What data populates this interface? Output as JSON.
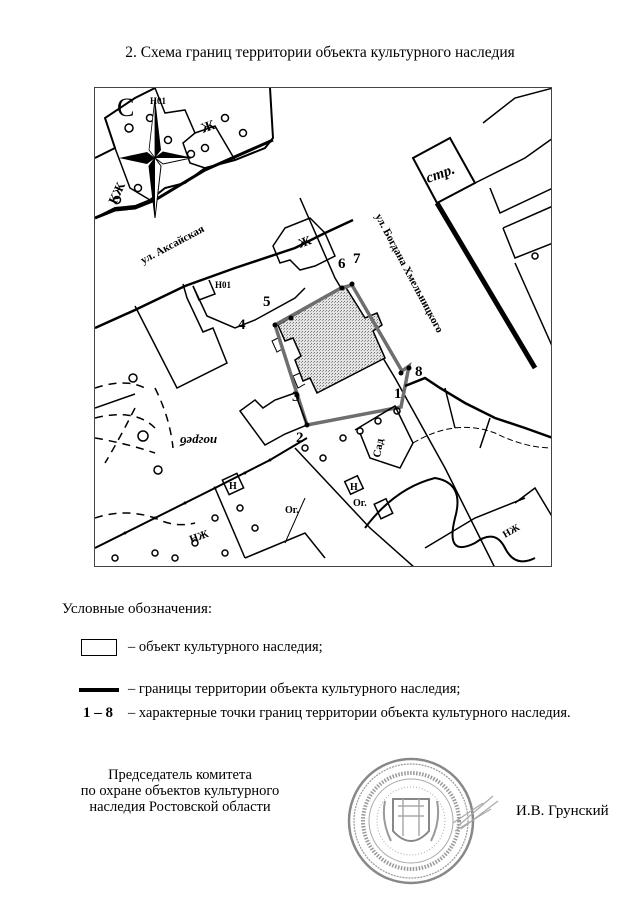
{
  "document": {
    "title": "2. Схема границ территории объекта культурного наследия"
  },
  "map": {
    "compass_label": "С",
    "streets": [
      {
        "name": "ул. Аксайская"
      },
      {
        "name": "ул. Богдана Хмельницкого"
      }
    ],
    "labels": {
      "building_str": "стр.",
      "cellar": "погреб",
      "kzh": "КЖ",
      "zh": "Ж",
      "nzh": "НЖ",
      "n1": "Н01",
      "og": "Ог.",
      "sad": "Сад"
    },
    "boundary_points": [
      {
        "label": "1"
      },
      {
        "label": "2"
      },
      {
        "label": "3"
      },
      {
        "label": "4"
      },
      {
        "label": "5"
      },
      {
        "label": "6"
      },
      {
        "label": "7"
      },
      {
        "label": "8"
      }
    ],
    "colors": {
      "boundary": "#6e6e6e",
      "object_fill": "#c8c8c8",
      "lines": "#000000"
    }
  },
  "legend": {
    "title": "Условные обозначения:",
    "items": [
      {
        "key": "box",
        "text": "– объект культурного наследия;"
      },
      {
        "key": "line",
        "text": "– границы территории объекта культурного наследия;"
      },
      {
        "key": "range",
        "key_label": "1 – 8",
        "text": "– характерные точки границ территории объекта культурного наследия."
      }
    ]
  },
  "signature": {
    "line1": "Председатель комитета",
    "line2": "по охране объектов культурного",
    "line3": "наследия Ростовской области",
    "name": "И.В. Грунский",
    "seal_label": "official-seal"
  }
}
